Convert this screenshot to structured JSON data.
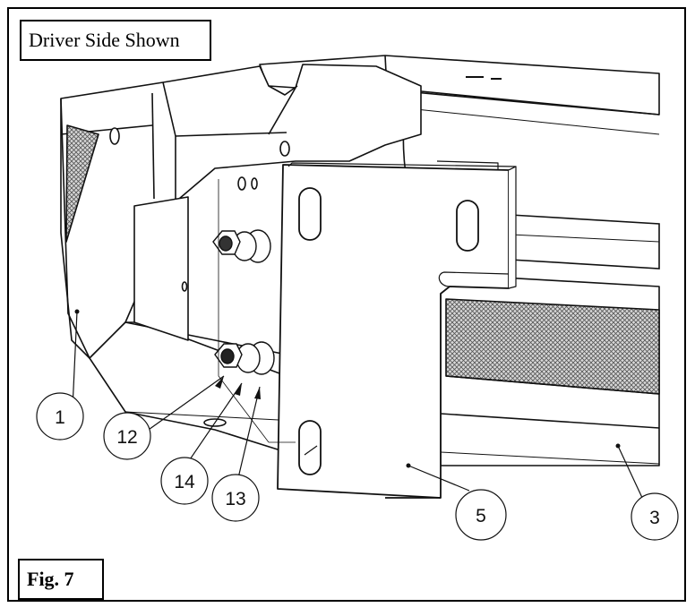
{
  "caption": {
    "title": "Driver Side Shown",
    "figure_label": "Fig. 7"
  },
  "callouts": [
    {
      "id": "1",
      "label": "1"
    },
    {
      "id": "12",
      "label": "12"
    },
    {
      "id": "14",
      "label": "14"
    },
    {
      "id": "13",
      "label": "13"
    },
    {
      "id": "5",
      "label": "5"
    },
    {
      "id": "3",
      "label": "3"
    }
  ]
}
